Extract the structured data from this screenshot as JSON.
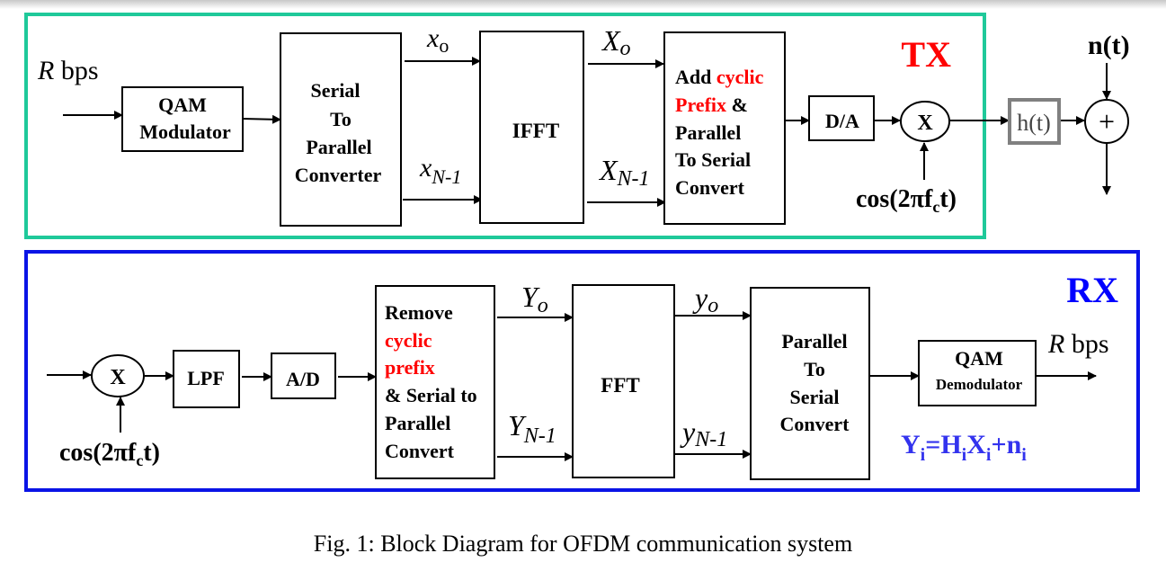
{
  "tx": {
    "section_label": "TX",
    "section_color": "#ff0000",
    "border_color": "#1fc99a",
    "input_rate": {
      "var": "R",
      "unit": " bps"
    },
    "qam_modulator": [
      "QAM",
      "Modulator"
    ],
    "serial_to_parallel": [
      "Serial",
      "To",
      "Parallel",
      "Converter"
    ],
    "x0": {
      "base": "x",
      "sub": "o"
    },
    "xN1": {
      "base": "x",
      "sub": "N-1"
    },
    "ifft": "IFFT",
    "X0": {
      "base": "X",
      "sub": "o"
    },
    "XN1": {
      "base": "X",
      "sub": "N-1"
    },
    "cp_block": {
      "line1_a": "Add ",
      "line1_b": "cyclic",
      "line2_a": "Prefix",
      "line2_b": " &",
      "line3": "Parallel",
      "line4": "To Serial",
      "line5": "Convert"
    },
    "da": "D/A",
    "mixer": "X",
    "carrier": {
      "pre": "cos(2πf",
      "sub": "c",
      "post": "t)"
    }
  },
  "channel": {
    "h": "h(t)",
    "noise": "n(t)",
    "adder": "+"
  },
  "rx": {
    "section_label": "RX",
    "section_color": "#0000ff",
    "border_color": "#0a14e6",
    "mixer": "X",
    "carrier": {
      "pre": "cos(2πf",
      "sub": "c",
      "post": "t)"
    },
    "lpf": "LPF",
    "ad": "A/D",
    "cp_block": {
      "line1": "Remove",
      "line2": "cyclic",
      "line3": "prefix",
      "line4": "& Serial to",
      "line5": "Parallel",
      "line6": "Convert"
    },
    "Y0": {
      "base": "Y",
      "sub": "o"
    },
    "YN1": {
      "base": "Y",
      "sub": "N-1"
    },
    "fft": "FFT",
    "y0": {
      "base": "y",
      "sub": "o"
    },
    "yN1": {
      "base": "y",
      "sub": "N-1"
    },
    "parallel_to_serial": [
      "Parallel",
      "To",
      "Serial",
      "Convert"
    ],
    "qam_demodulator": [
      "QAM",
      "Demodulator"
    ],
    "output_rate": {
      "var": "R",
      "unit": " bps"
    },
    "equation": {
      "Y": "Y",
      "i1": "i",
      "eq": "=H",
      "i2": "i",
      "X": "X",
      "i3": "i",
      "plus": "+n",
      "i4": "i"
    },
    "equation_color": "#3333ee"
  },
  "caption": "Fig. 1: Block Diagram for OFDM communication system"
}
